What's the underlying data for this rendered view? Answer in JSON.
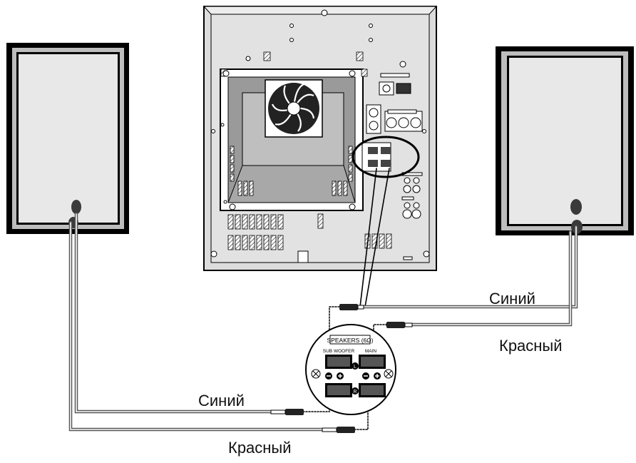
{
  "wire_labels": {
    "right_blue": "Синий",
    "right_red": "Красный",
    "left_blue": "Синий",
    "left_red": "Красный"
  },
  "panel": {
    "title": "SPEAKERS (6Ω)",
    "subwoofer": "SUB WOOFER",
    "main": "MAIN",
    "left_marker": "L",
    "right_marker": "R"
  },
  "icons": [
    "cooling-fan-icon",
    "screw-icon",
    "terminal-clip-icon",
    "rca-jack-icon"
  ]
}
